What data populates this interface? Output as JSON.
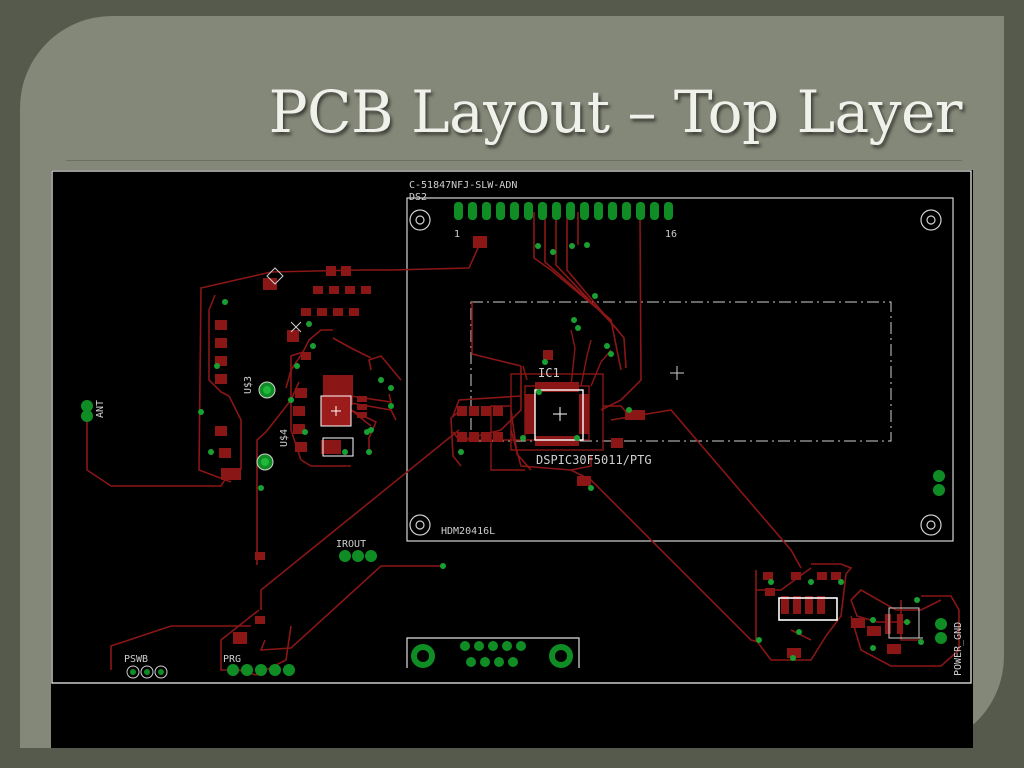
{
  "slide": {
    "title": "PCB Layout – Top Layer"
  },
  "pcb": {
    "display": {
      "part_number": "C-51847NFJ-SLW-ADN",
      "designator": "DS2",
      "pin_first": "1",
      "pin_last": "16",
      "module": "HDM20416L"
    },
    "mcu": {
      "designator": "IC1",
      "part": "DSPIC30F5011/PTG"
    },
    "regulators": [
      "U$3",
      "U$4"
    ],
    "connectors": {
      "antenna": "ANT",
      "irout": "IROUT",
      "pswb": "PSWB",
      "prg": "PRG",
      "power_gnd": "POWER_GND"
    },
    "colors": {
      "trace": "#8a1616",
      "pad": "#0f8d24",
      "silkscreen": "#cfcfcf",
      "board": "#000000"
    }
  }
}
